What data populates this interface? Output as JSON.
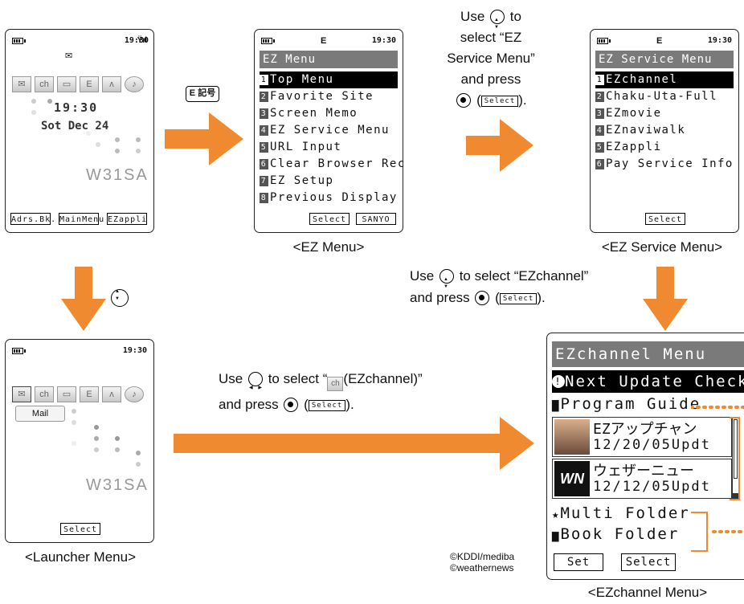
{
  "status": {
    "time": "19:30",
    "ez": "E"
  },
  "standby": {
    "clock": "19:30",
    "date": "Sot Dec 24",
    "brand": "W31SA",
    "softkeys": [
      "Adrs.Bk.",
      "MainMenu",
      "EZappli"
    ]
  },
  "ez_key_label": "E 記号",
  "ez_menu": {
    "title": "EZ Menu",
    "items": [
      "Top Menu",
      "Favorite Site",
      "Screen Memo",
      "EZ Service Menu",
      "URL Input",
      "Clear Browser Rec",
      "EZ Setup",
      "Previous Display"
    ],
    "numbers": [
      "1",
      "2",
      "3",
      "4",
      "5",
      "6",
      "7",
      "8"
    ],
    "softkeys": [
      "Select",
      "SANYO"
    ],
    "caption": "<EZ Menu>"
  },
  "ez_service": {
    "title": "EZ Service Menu",
    "items": [
      "EZchannel",
      "Chaku-Uta-Full",
      "EZmovie",
      "EZnaviwalk",
      "EZappli",
      "Pay Service Info"
    ],
    "numbers": [
      "1",
      "2",
      "3",
      "4",
      "5",
      "6"
    ],
    "softkey": "Select",
    "caption": "<EZ Service Menu>"
  },
  "instr_top": {
    "l1a": "Use",
    "l1b": "to",
    "l2": "select “EZ",
    "l3": "Service Menu”",
    "l4": "and press",
    "l5a": "(",
    "l5b": ")."
  },
  "instr_mid": {
    "l1a": "Use",
    "l1b": "to select “EZchannel”",
    "l2a": "and press",
    "l2b": "(",
    "l2c": ")."
  },
  "instr_bottom": {
    "l1a": "Use",
    "l1b": "to select “",
    "l1c": "(EZchannel)”",
    "l2a": "and press",
    "l2b": "(",
    "l2c": ")."
  },
  "select_key": "Select",
  "launcher": {
    "tooltip": "Mail",
    "brand": "W31SA",
    "softkey": "Select",
    "caption": "<Launcher Menu>"
  },
  "ezchannel": {
    "title": "EZchannel Menu",
    "next_update": "Next Update Check",
    "program_guide": "Program Guide",
    "ch1_name": "EZアップチャン",
    "ch1_date": "12/20/05Updt",
    "ch2_name": "ウェザーニュー",
    "ch2_date": "12/12/05Updt",
    "ch2_logo": "WN",
    "multi_folder": "Multi Folder",
    "book_folder": "Book Folder",
    "softkeys": [
      "Set",
      "Select"
    ],
    "caption": "<EZchannel Menu>"
  },
  "credits": [
    "©KDDI/mediba",
    "©weathernews"
  ],
  "colors": {
    "arrow": "#f08a30",
    "titlebar": "#7a7a7a"
  }
}
